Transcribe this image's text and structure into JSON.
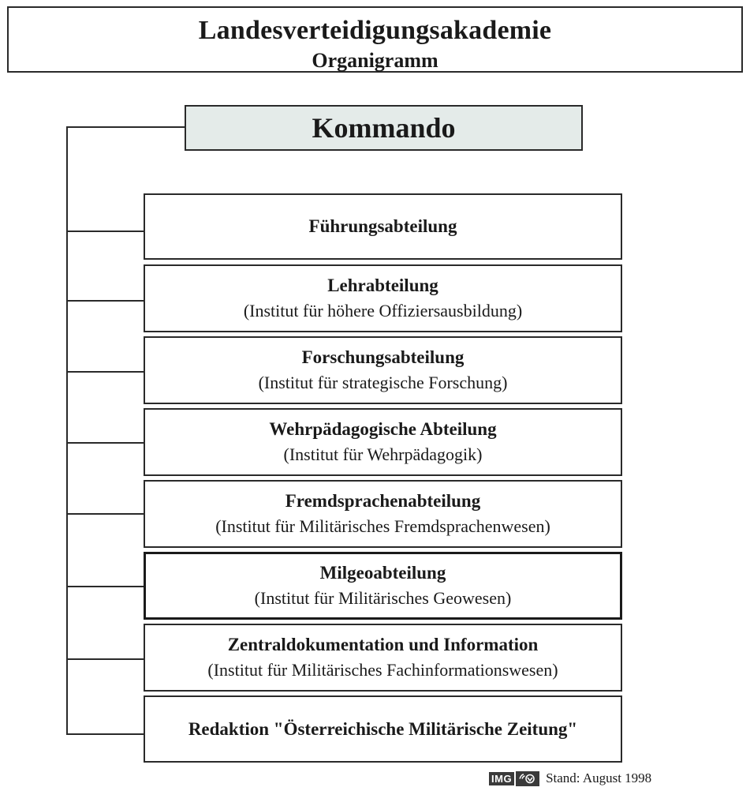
{
  "header": {
    "title": "Landesverteidigungsakademie",
    "subtitle": "Organigramm"
  },
  "kommando": {
    "label": "Kommando"
  },
  "units": [
    {
      "name": "Führungsabteilung",
      "institute": ""
    },
    {
      "name": "Lehrabteilung",
      "institute": "(Institut für höhere Offiziersausbildung)"
    },
    {
      "name": "Forschungsabteilung",
      "institute": "(Institut für strategische Forschung)"
    },
    {
      "name": "Wehrpädagogische Abteilung",
      "institute": "(Institut für Wehrpädagogik)"
    },
    {
      "name": "Fremdsprachenabteilung",
      "institute": "(Institut für Militärisches Fremdsprachenwesen)"
    },
    {
      "name": "Milgeoabteilung",
      "institute": "(Institut für Militärisches Geowesen)"
    },
    {
      "name": "Zentraldokumentation und Information",
      "institute": "(Institut für Militärisches Fachinformationswesen)"
    },
    {
      "name": "Redaktion \"Österreichische Militärische Zeitung\"",
      "institute": ""
    }
  ],
  "footer": {
    "logo_text": "IMG",
    "emblem_icon": "img-emblem-icon",
    "stand": "Stand: August 1998"
  }
}
